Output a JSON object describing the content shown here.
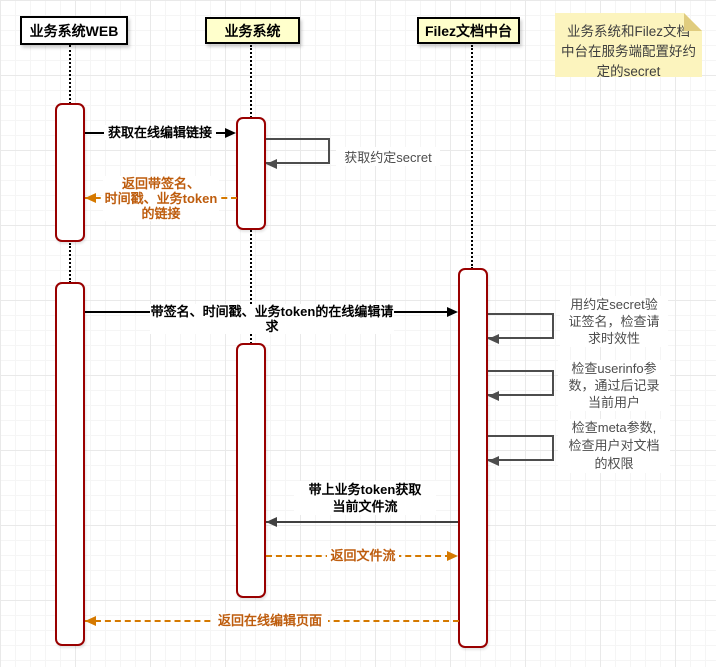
{
  "actors": [
    {
      "name": "business-system-web",
      "label": "业务系统WEB"
    },
    {
      "name": "business-system",
      "label": "业务系统"
    },
    {
      "name": "filez-doc-platform",
      "label": "Filez文档中台"
    }
  ],
  "note": {
    "lines": [
      "业务系统和Filez文档",
      "中台在服务端配置好约",
      "定的secret"
    ]
  },
  "messages": [
    {
      "name": "get-edit-link",
      "lines": [
        "获取在线编辑链接"
      ]
    },
    {
      "name": "get-secret",
      "lines": [
        "获取约定secret"
      ]
    },
    {
      "name": "return-link",
      "lines": [
        "返回带签名、",
        "时间戳、业务token",
        "的链接"
      ]
    },
    {
      "name": "edit-request",
      "lines": [
        "带签名、时间戳、业务token的在线编辑请求"
      ]
    },
    {
      "name": "verify-signature",
      "lines": [
        "用约定secret验",
        "证签名，检查请",
        "求时效性"
      ]
    },
    {
      "name": "check-userinfo",
      "lines": [
        "检查userinfo参",
        "数，通过后记录",
        "当前用户"
      ]
    },
    {
      "name": "check-meta",
      "lines": [
        "检查meta参数,",
        "检查用户对文档",
        "的权限"
      ]
    },
    {
      "name": "get-file-stream",
      "lines": [
        "带上业务token获取",
        "当前文件流"
      ]
    },
    {
      "name": "return-file-stream",
      "lines": [
        "返回文件流"
      ]
    },
    {
      "name": "return-edit-page",
      "lines": [
        "返回在线编辑页面"
      ]
    }
  ],
  "colors": {
    "activation_border": "#990000",
    "solid_arrow": "#000000",
    "self_arrow": "#4D4D4D",
    "dashed_arrow": "#D57900",
    "return_label_text": "#BE5D0E",
    "actor_fill_yellow": "#FFFFCC",
    "note_fill": "#FCF4BE"
  }
}
